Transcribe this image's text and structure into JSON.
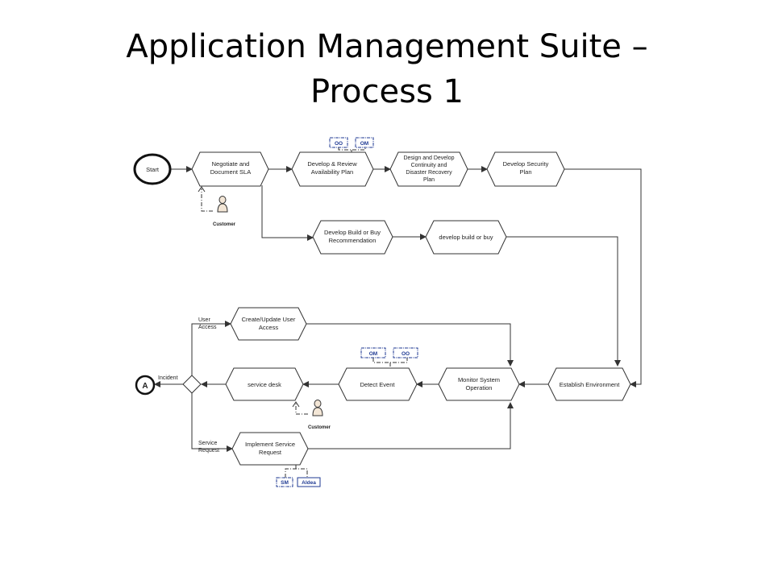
{
  "title": {
    "line1": "Application Management Suite –",
    "line2": "Process 1"
  },
  "nodes": {
    "start": "Start",
    "negotiate": [
      "Negotiate and",
      "Document SLA"
    ],
    "availability": [
      "Develop & Review",
      "Availability Plan"
    ],
    "continuity": [
      "Design and Develop",
      "Continuity and",
      "Disaster Recovery",
      "Plan"
    ],
    "security": [
      "Develop Security",
      "Plan"
    ],
    "build_rec": [
      "Develop Build or Buy",
      "Recommendation"
    ],
    "build": "develop build or buy",
    "user_access": [
      "Create/Update User",
      "Access"
    ],
    "service_desk": "service desk",
    "detect": "Detect Event",
    "monitor": [
      "Monitor System",
      "Operation"
    ],
    "environment": "Establish Environment",
    "implement": [
      "Implement Service",
      "Request"
    ],
    "connector": "A"
  },
  "edge_labels": {
    "user_access": [
      "User",
      "Access"
    ],
    "incident": "Incident",
    "service_request": [
      "Service",
      "Request"
    ]
  },
  "tags": {
    "oo": "OO",
    "om": "OM",
    "sm": "SM",
    "aldea": "Aldea"
  },
  "actors": {
    "customer": "Customer"
  },
  "colors": {
    "tag_border": "#1f3a93",
    "stroke": "#333333",
    "actor": "#f3e6d6"
  }
}
